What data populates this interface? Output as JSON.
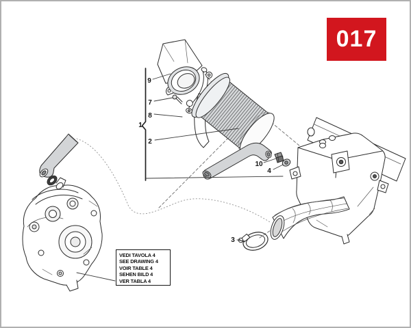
{
  "page": {
    "background_color": "#ffffff",
    "border_color": "#b0b0b0",
    "line_color": "#2b2b2b",
    "diagram_subject": "air-filter-airbox-exploded-view"
  },
  "badge": {
    "label": "017",
    "bg_color": "#d2161e",
    "text_color": "#ffffff"
  },
  "callouts": [
    {
      "label": "1"
    },
    {
      "label": "2"
    },
    {
      "label": "3"
    },
    {
      "label": "4"
    },
    {
      "label": "7"
    },
    {
      "label": "8"
    },
    {
      "label": "9"
    },
    {
      "label": "10"
    }
  ],
  "note_box": {
    "lines": [
      "VEDI TAVOLA 4",
      "SEE DRAWING 4",
      "VOIR TABLE 4",
      "SEHEN BILD 4",
      "VER TABLA 4"
    ]
  }
}
